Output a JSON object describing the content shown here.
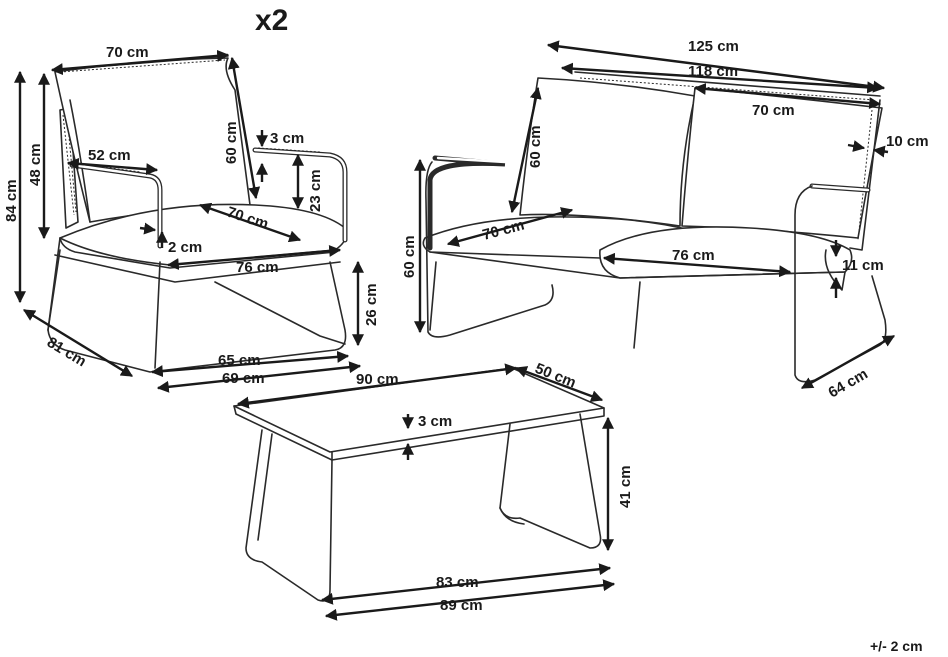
{
  "header": {
    "quantity": "x2"
  },
  "armchair": {
    "width": "70 cm",
    "back_height": "48 cm",
    "total_height": "84 cm",
    "armrest_length": "52 cm",
    "cushion_height": "60 cm",
    "armrest_thickness": "3 cm",
    "armrest_height": "23 cm",
    "seat_depth": "70 cm",
    "cushion_thickness": "2 cm",
    "seat_width": "76 cm",
    "seat_height": "26 cm",
    "depth": "81 cm",
    "inner_width": "65 cm",
    "outer_width": "69 cm"
  },
  "sofa": {
    "total_width": "125 cm",
    "inner_width": "118 cm",
    "cushion_width": "70 cm",
    "cushion_height": "60 cm",
    "armrest_thickness": "10 cm",
    "seat_cushion_depth": "70 cm",
    "seat_cushion_width": "76 cm",
    "height": "60 cm",
    "cushion_thickness": "11 cm",
    "depth": "64 cm"
  },
  "table": {
    "length": "90 cm",
    "width": "50 cm",
    "top_thickness": "3 cm",
    "height": "41 cm",
    "inner_length": "83 cm",
    "outer_length": "89 cm"
  },
  "footer": {
    "tolerance": "+/- 2 cm"
  }
}
